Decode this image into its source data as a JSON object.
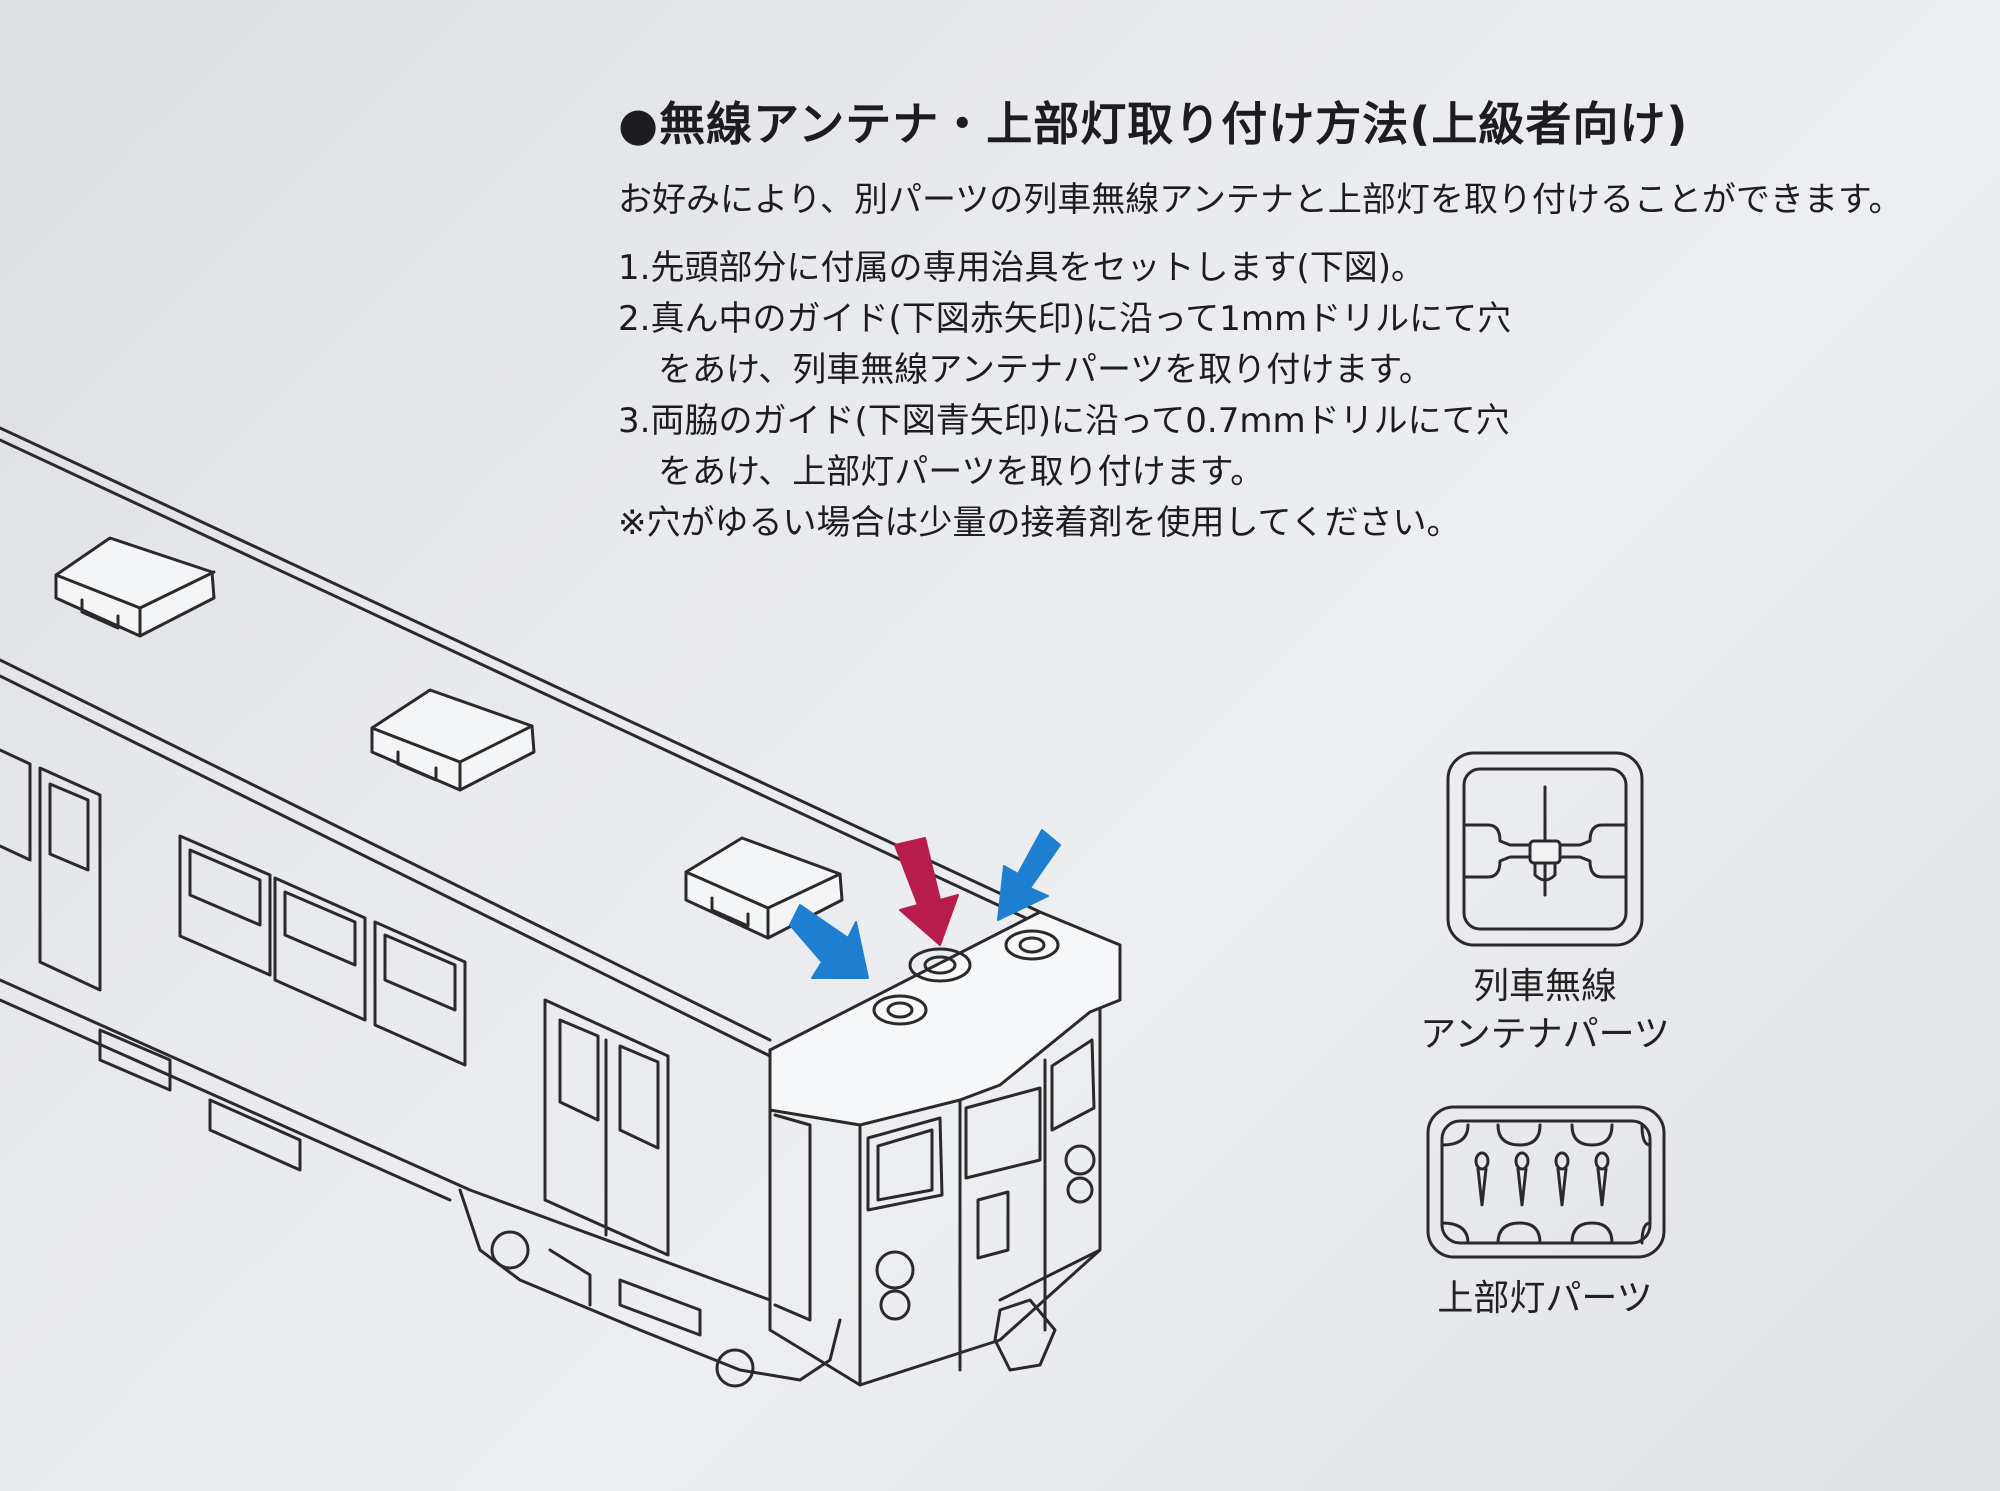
{
  "heading": "●無線アンテナ・上部灯取り付け方法(上級者向け)",
  "intro": "お好みにより、別パーツの列車無線アンテナと上部灯を取り付けることができます。",
  "steps": [
    {
      "line1": "1.先頭部分に付属の専用治具をセットします(下図)。"
    },
    {
      "line1": "2.真ん中のガイド(下図赤矢印)に沿って1mmドリルにて穴",
      "line2": "をあけ、列車無線アンテナパーツを取り付けます。"
    },
    {
      "line1": "3.両脇のガイド(下図青矢印)に沿って0.7mmドリルにて穴",
      "line2": "をあけ、上部灯パーツを取り付けます。"
    }
  ],
  "note": "※穴がゆるい場合は少量の接着剤を使用してください。",
  "parts": {
    "antenna_caption_line1": "列車無線",
    "antenna_caption_line2": "アンテナパーツ",
    "light_caption": "上部灯パーツ"
  },
  "colors": {
    "red_arrow": "#b81c4c",
    "blue_arrow": "#1e7fd0",
    "line": "#2a2a2a"
  },
  "icons": {
    "red_arrow": "arrow-down-red",
    "blue_arrow": "arrow-down-right-blue"
  }
}
